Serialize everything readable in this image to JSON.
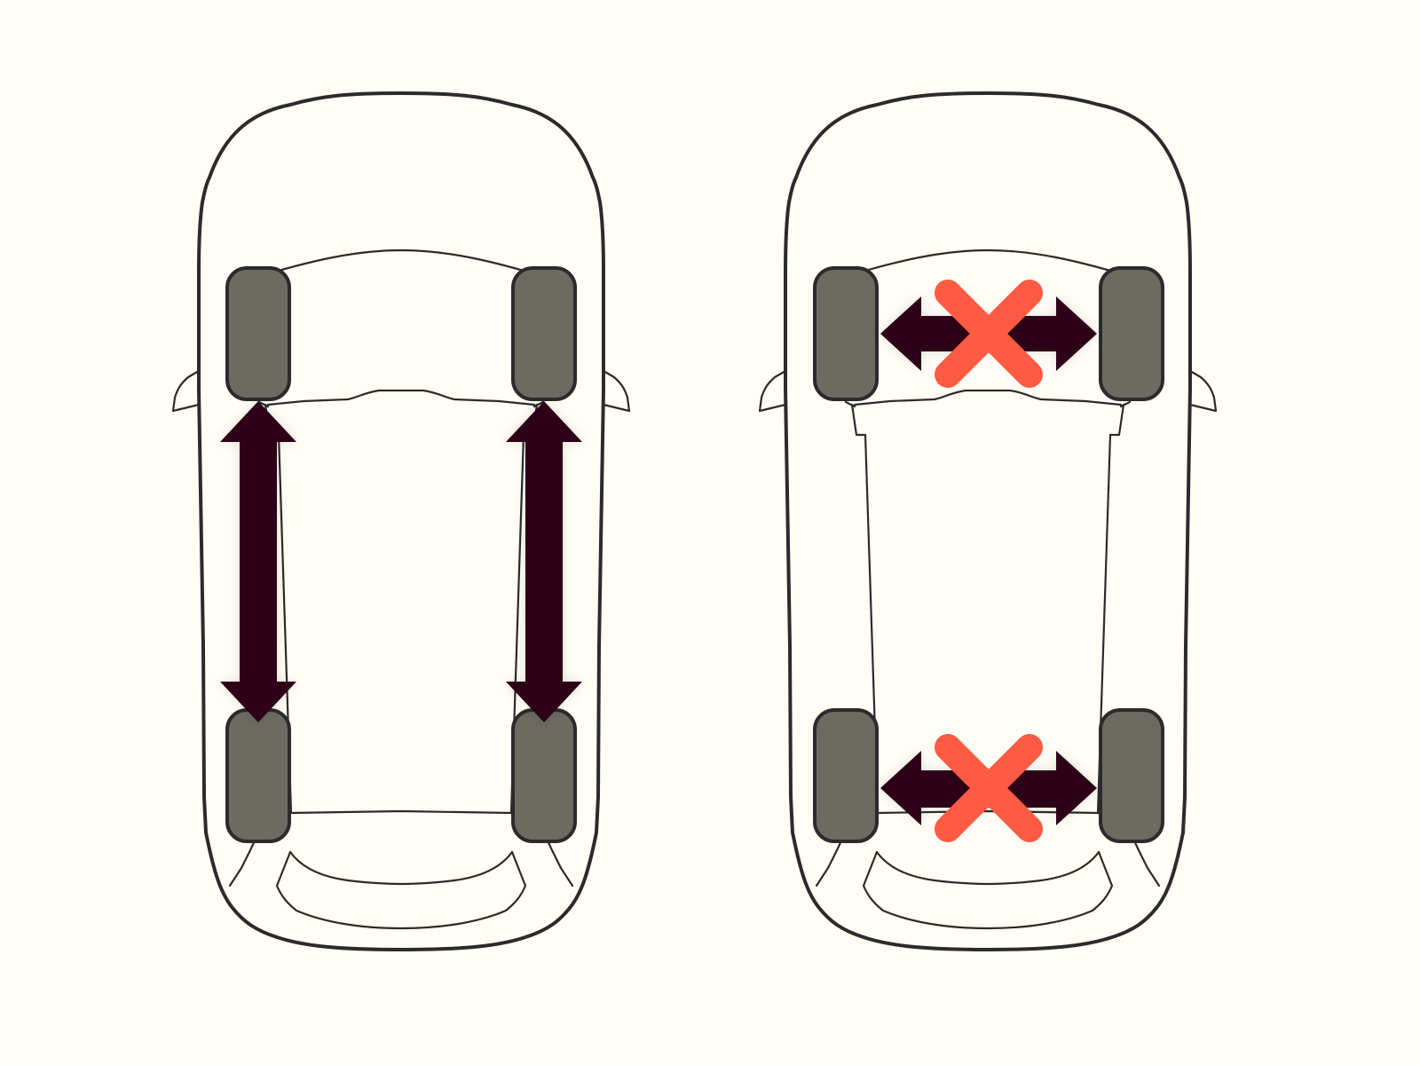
{
  "colors": {
    "background": "#fffdf5",
    "car_outline": "#2b2b2b",
    "tire_fill": "#6d6a62",
    "arrow": "#2e0018",
    "cross": "#ff5a44"
  },
  "diagrams": [
    {
      "meaning": "allowed",
      "arrow_direction": "front-to-back",
      "pairs": [
        "left-side",
        "right-side"
      ]
    },
    {
      "meaning": "not-allowed",
      "arrow_direction": "side-to-side",
      "pairs": [
        "front-axle",
        "rear-axle"
      ],
      "icon": "cross-icon"
    }
  ]
}
